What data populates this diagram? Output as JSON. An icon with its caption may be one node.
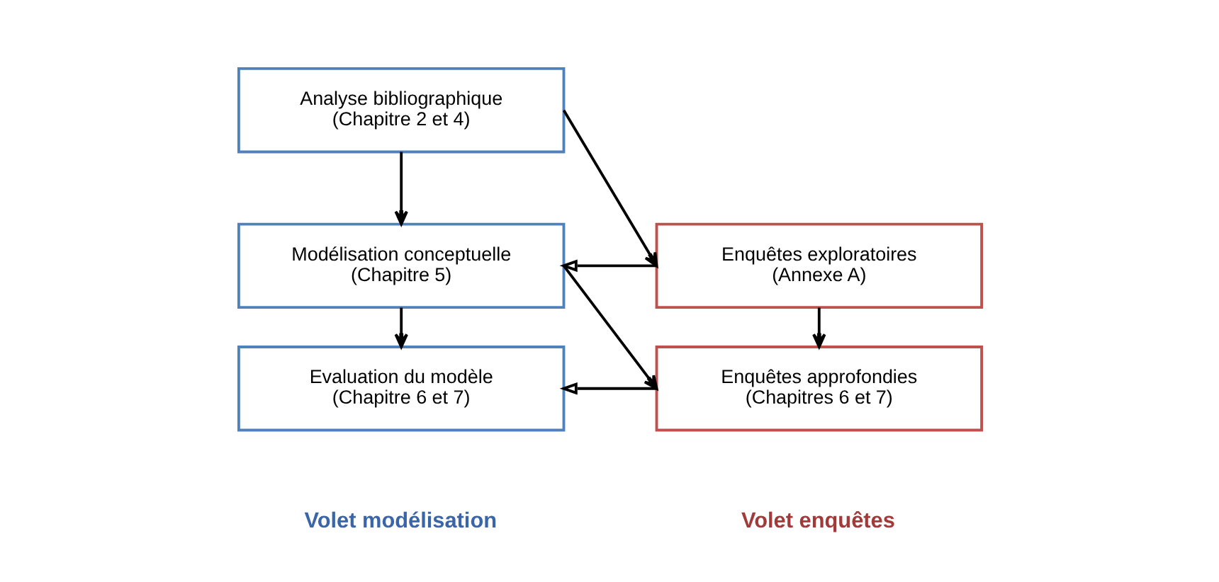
{
  "diagram": {
    "nodes": [
      {
        "text": [
          "Analyse bibliographique",
          "(Chapitre 2 et 4)"
        ]
      },
      {
        "text": [
          "Modélisation conceptuelle",
          "(Chapitre 5)"
        ]
      },
      {
        "text": [
          "Evaluation du modèle",
          "(Chapitre 6 et 7)"
        ]
      },
      {
        "text": [
          "Enquêtes exploratoires",
          "(Annexe A)"
        ]
      },
      {
        "text": [
          "Enquêtes approfondies",
          "(Chapitres 6 et 7)"
        ]
      }
    ],
    "edges": [
      {
        "from": 0,
        "to": 1,
        "arrow": "to"
      },
      {
        "from": 1,
        "to": 2,
        "arrow": "to"
      },
      {
        "from": 0,
        "to": 3,
        "arrow": "to"
      },
      {
        "from": 3,
        "to": 1,
        "arrow": "to"
      },
      {
        "from": 3,
        "to": 4,
        "arrow": "to"
      },
      {
        "from": 1,
        "to": 4,
        "arrow": "to"
      },
      {
        "from": 4,
        "to": 2,
        "arrow": "to"
      }
    ],
    "labels": [
      "Volet modélisation",
      "Volet enquêtes"
    ]
  }
}
